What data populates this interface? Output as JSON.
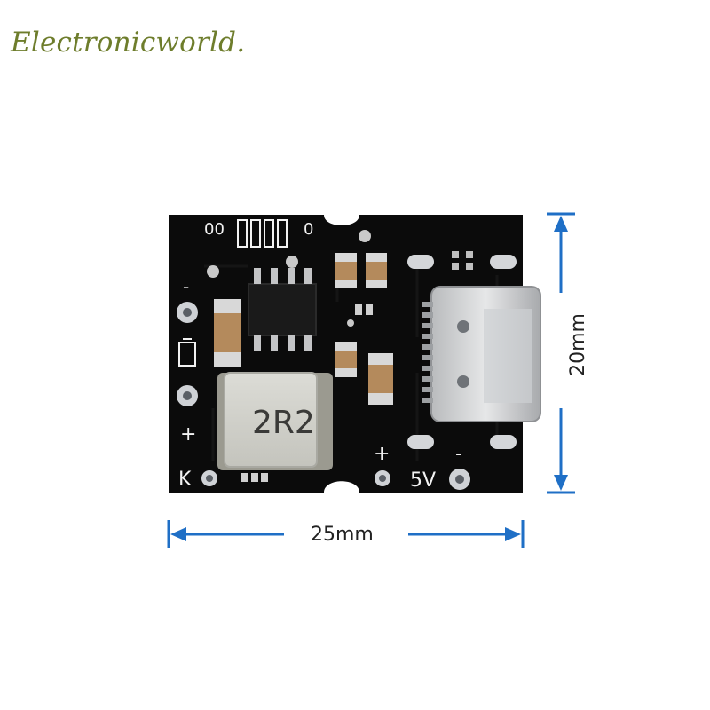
{
  "watermark": "Electronicworld.",
  "board": {
    "inductor_marking": "2R2",
    "pad_labels": {
      "minus_left": "-",
      "plus_left": "+",
      "k": "K",
      "plus_bottom": "+",
      "five_v": "5V",
      "minus_bottom": "-",
      "top_left": "00",
      "top_right": "0"
    }
  },
  "dimensions": {
    "width": "25mm",
    "height": "20mm"
  },
  "colors": {
    "pcb": "#0b0b0b",
    "silkscreen": "#f2f2f2",
    "watermark": "#6e7d2c",
    "arrow": "#1f6fc6"
  }
}
